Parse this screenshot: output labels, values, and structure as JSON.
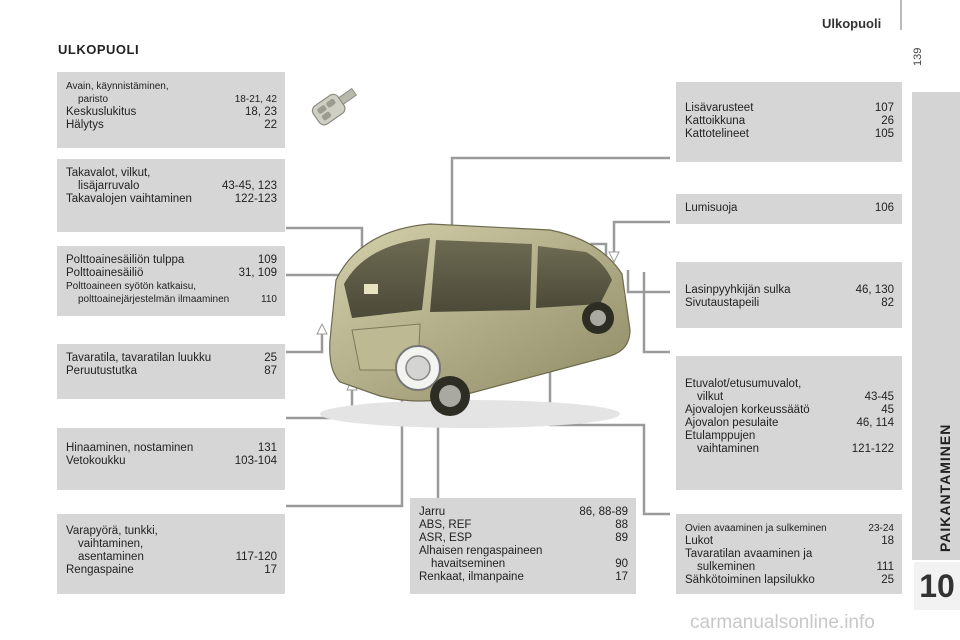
{
  "header": {
    "title": "Ulkopuoli",
    "page_number": "139"
  },
  "side_tab": {
    "label": "PAIKANTAMINEN",
    "chapter": "10"
  },
  "section_title": "ULKOPUOLI",
  "boxes": {
    "key": [
      {
        "label": "Avain, käynnistäminen,",
        "page": ""
      },
      {
        "label": "paristo",
        "page": "18-21, 42"
      },
      {
        "label": "Keskuslukitus",
        "page": "18, 23"
      },
      {
        "label": "Hälytys",
        "page": "22"
      }
    ],
    "rear_lights": [
      {
        "label": "Takavalot, vilkut,",
        "page": ""
      },
      {
        "label": "lisäjarruvalo",
        "page": "43-45, 123"
      },
      {
        "label": "Takavalojen vaihtaminen",
        "page": "122-123"
      }
    ],
    "fuel": [
      {
        "label": "Polttoainesäiliön tulppa",
        "page": "109"
      },
      {
        "label": "Polttoainesäiliö",
        "page": "31, 109"
      },
      {
        "label": "Polttoaineen syötön katkaisu,",
        "page": ""
      },
      {
        "label": "polttoainejärjestelmän ilmaaminen",
        "page": "110"
      }
    ],
    "boot": [
      {
        "label": "Tavaratila, tavaratilan luukku",
        "page": "25"
      },
      {
        "label": "Peruutustutka",
        "page": "87"
      }
    ],
    "towing": [
      {
        "label": "Hinaaminen, nostaminen",
        "page": "131"
      },
      {
        "label": "Vetokoukku",
        "page": "103-104"
      }
    ],
    "spare": [
      {
        "label": "Varapyörä, tunkki,",
        "page": ""
      },
      {
        "label": "vaihtaminen,",
        "page": ""
      },
      {
        "label": "asentaminen",
        "page": "117-120"
      },
      {
        "label": "Rengaspaine",
        "page": "17"
      }
    ],
    "brakes": [
      {
        "label": "Jarru",
        "page": "86, 88-89"
      },
      {
        "label": "ABS, REF",
        "page": "88"
      },
      {
        "label": "ASR, ESP",
        "page": "89"
      },
      {
        "label": "Alhaisen rengaspaineen",
        "page": ""
      },
      {
        "label": "havaitseminen",
        "page": "90"
      },
      {
        "label": "Renkaat, ilmanpaine",
        "page": "17"
      }
    ],
    "accessories": [
      {
        "label": "Lisävarusteet",
        "page": "107"
      },
      {
        "label": "Kattoikkuna",
        "page": "26"
      },
      {
        "label": "Kattotelineet",
        "page": "105"
      }
    ],
    "snow": [
      {
        "label": "Lumisuoja",
        "page": "106"
      }
    ],
    "wipers": [
      {
        "label": "Lasinpyyhkijän sulka",
        "page": "46, 130"
      },
      {
        "label": "Sivutaustapeili",
        "page": "82"
      }
    ],
    "front_lights": [
      {
        "label": "Etuvalot/etusumuvalot,",
        "page": ""
      },
      {
        "label": "vilkut",
        "page": "43-45"
      },
      {
        "label": "Ajovalojen korkeussäätö",
        "page": "45"
      },
      {
        "label": "Ajovalon pesulaite",
        "page": "46, 114"
      },
      {
        "label": "Etulamppujen",
        "page": ""
      },
      {
        "label": "vaihtaminen",
        "page": "121-122"
      }
    ],
    "doors": [
      {
        "label": "Ovien avaaminen ja sulkeminen",
        "page": "23-24"
      },
      {
        "label": "Lukot",
        "page": "18"
      },
      {
        "label": "Tavaratilan avaaminen ja",
        "page": ""
      },
      {
        "label": "sulkeminen",
        "page": "111"
      },
      {
        "label": "Sähkötoiminen lapsilukko",
        "page": "25"
      }
    ]
  },
  "watermark": "carmanualsonline.info",
  "colors": {
    "box_bg": "#d6d6d6",
    "side_tab": "#d4d4d4",
    "car_body": "#b9b58c"
  }
}
